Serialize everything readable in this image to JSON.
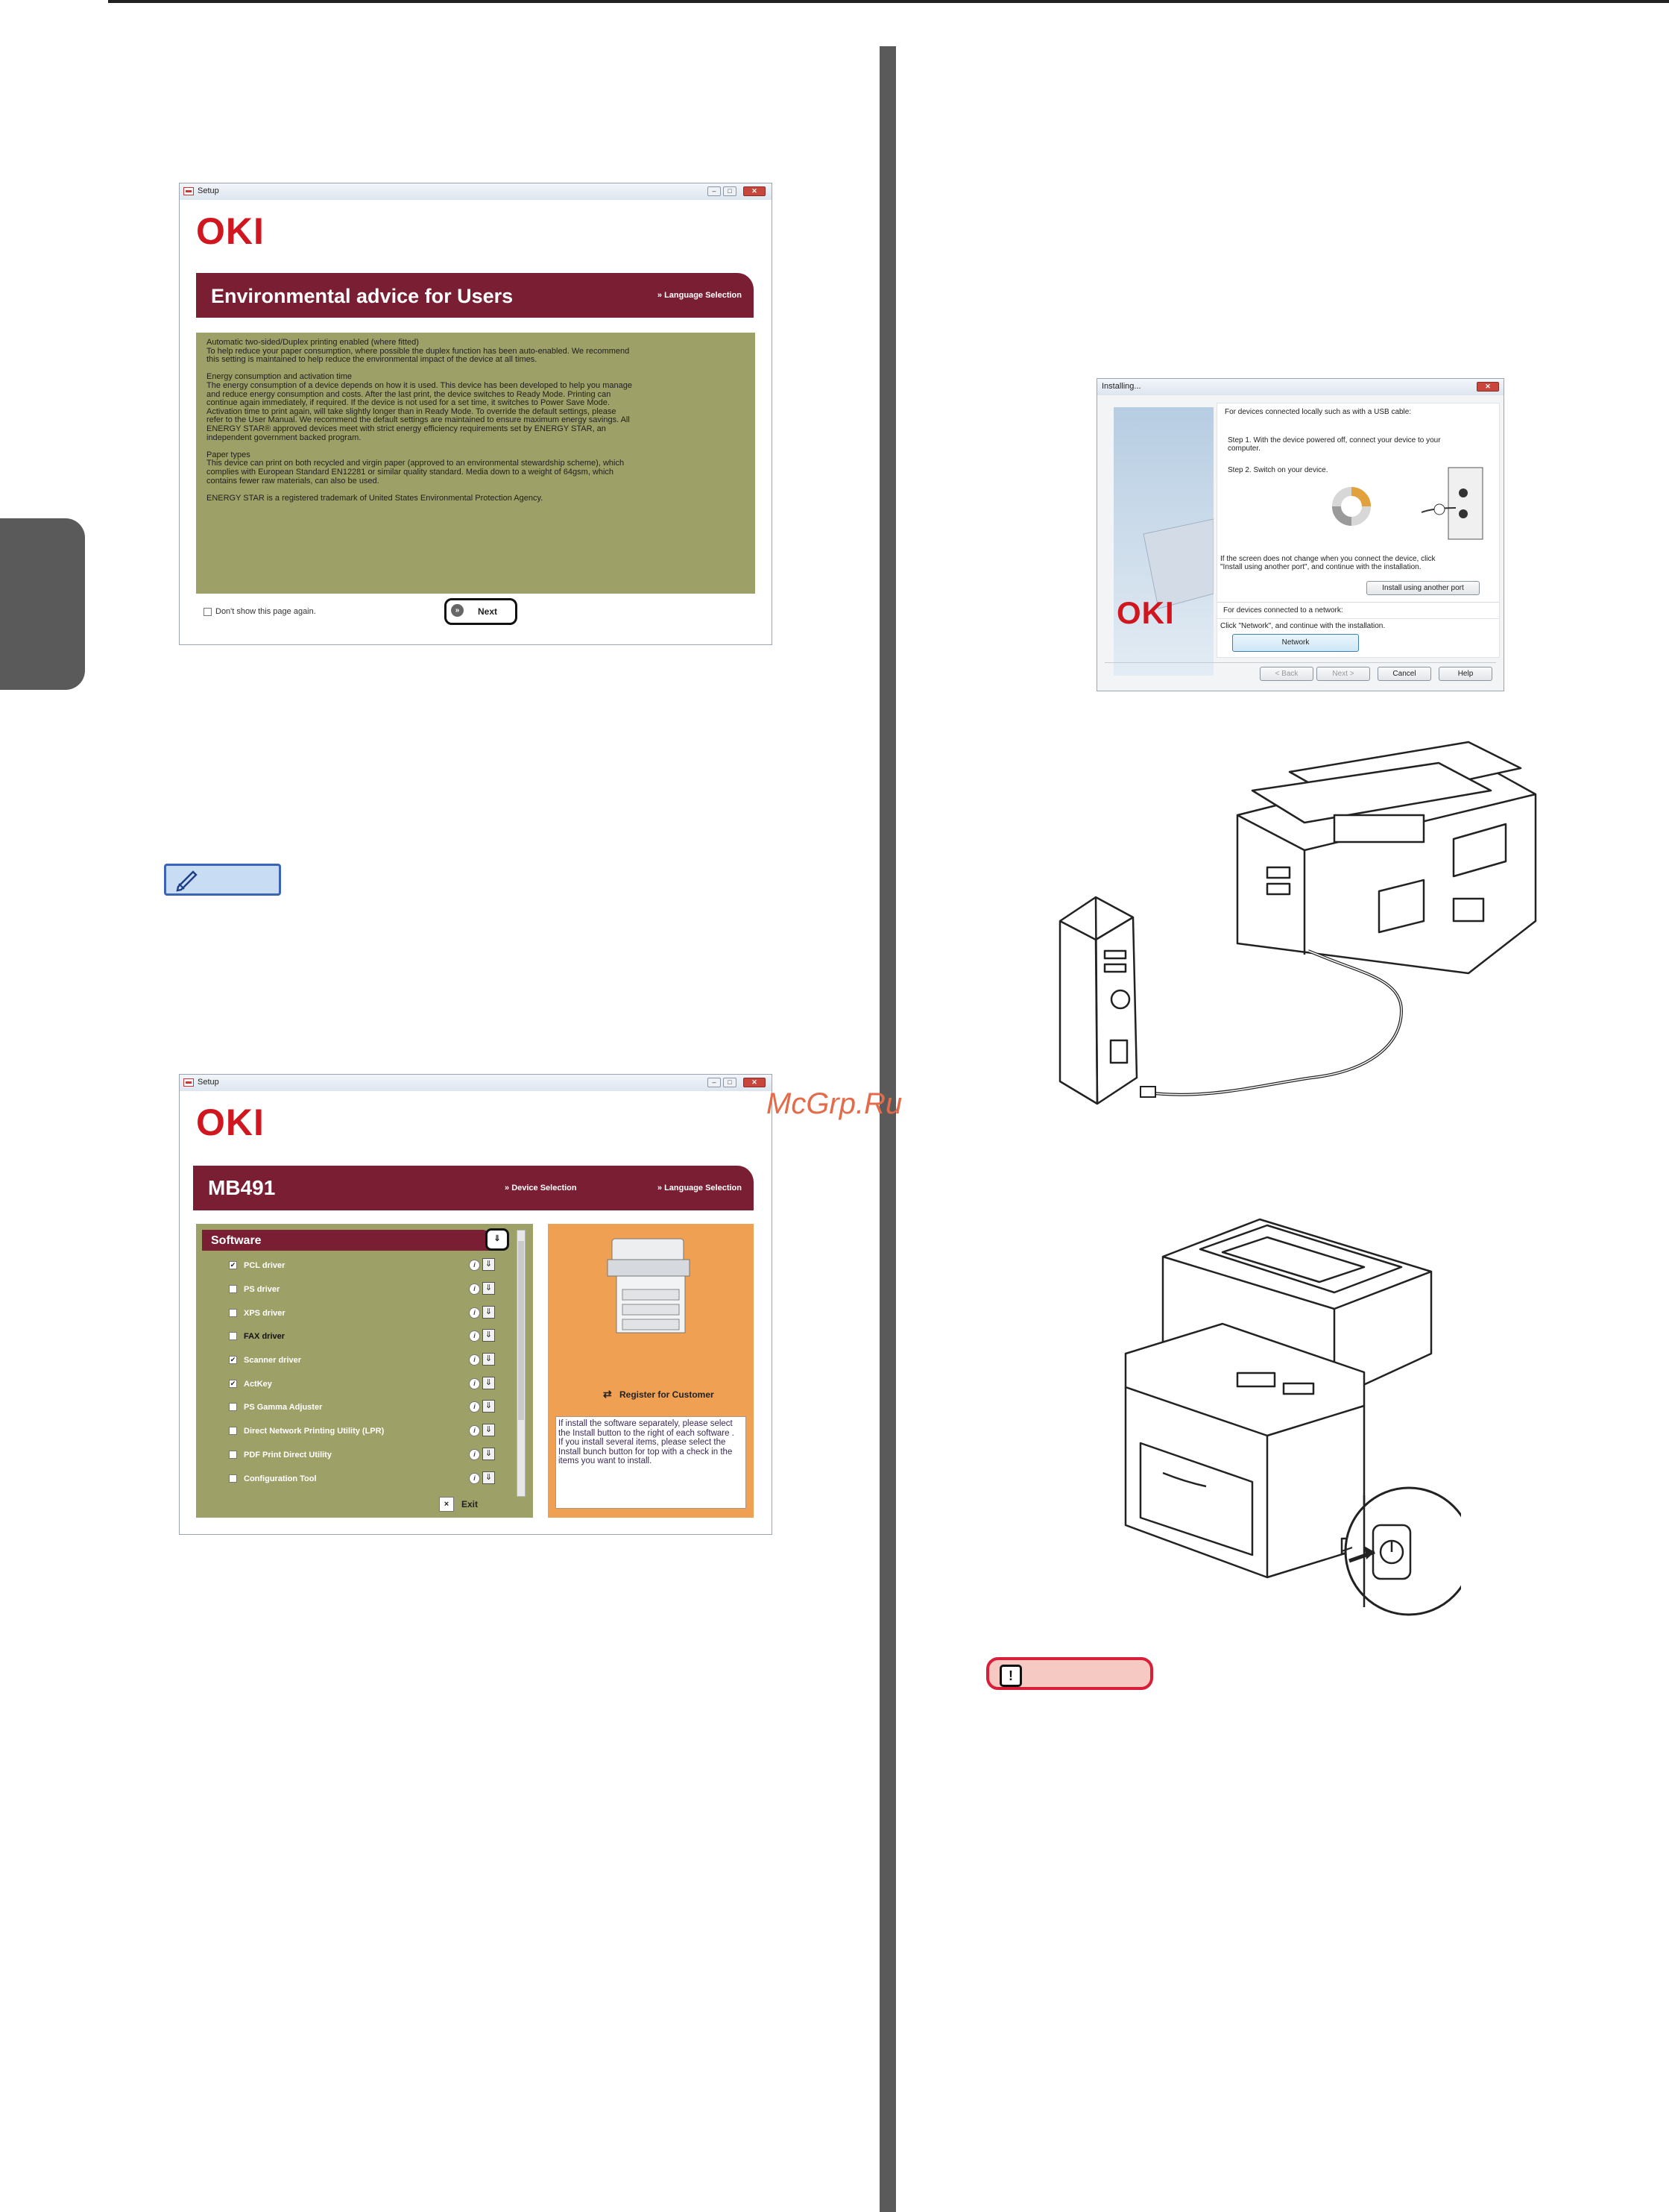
{
  "watermark": "McGrp.Ru",
  "win1": {
    "title": "Setup",
    "logo": "OKI",
    "banner_title": "Environmental advice for Users",
    "nav_language": "Language Selection",
    "paragraphs": [
      "Automatic two-sided/Duplex printing enabled (where fitted)\nTo help reduce your paper consumption, where possible the duplex function has been auto-enabled. We recommend\nthis setting is maintained to help reduce the environmental impact of the device at all times.",
      "Energy consumption and activation time\nThe energy consumption of a device depends on how it is used. This device has been developed to help you manage\nand reduce energy consumption and costs. After the last print, the device switches to Ready Mode. Printing can\ncontinue again immediately, if required. If the device is not used for a set time, it switches to Power Save Mode.\nActivation time to print again, will take slightly longer than in Ready Mode. To override the default settings, please\nrefer to the User Manual. We recommend the default settings are maintained to ensure maximum energy savings. All\nENERGY STAR® approved devices meet with strict energy efficiency requirements set by ENERGY STAR, an\nindependent government backed program.",
      "Paper types\nThis device can print on both recycled and virgin paper (approved to an environmental stewardship scheme), which\ncomplies with European Standard EN12281 or similar quality standard. Media down to a weight of 64gsm, which\ncontains fewer raw materials, can also be used.",
      "ENERGY STAR is a registered trademark of United States Environmental Protection Agency."
    ],
    "dont_show": "Don't show this page again.",
    "next": "Next"
  },
  "win2": {
    "title": "Setup",
    "logo": "OKI",
    "banner_title": "MB491",
    "nav_device": "Device Selection",
    "nav_language": "Language Selection",
    "software_header": "Software",
    "items": [
      {
        "label": "PCL driver",
        "checked": "✔"
      },
      {
        "label": "PS driver",
        "checked": ""
      },
      {
        "label": "XPS driver",
        "checked": ""
      },
      {
        "label": "FAX driver",
        "checked": ""
      },
      {
        "label": "Scanner driver",
        "checked": "✔"
      },
      {
        "label": "ActKey",
        "checked": "✔"
      },
      {
        "label": "PS Gamma Adjuster",
        "checked": ""
      },
      {
        "label": "Direct Network Printing Utility (LPR)",
        "checked": ""
      },
      {
        "label": "PDF Print Direct Utility",
        "checked": ""
      },
      {
        "label": "Configuration Tool",
        "checked": ""
      }
    ],
    "exit": "Exit",
    "register": "Register for Customer",
    "note": "If install the software separately, please select the Install button to the right of each software .\nIf you install several items, please select the Install bunch button for top with a check in the items you want to install."
  },
  "win3": {
    "title": "Installing...",
    "logo": "OKI",
    "usb_heading": "For devices connected locally such as with a USB cable:",
    "step1": "Step 1. With the device powered off, connect your device to your\ncomputer.",
    "step2": "Step 2. Switch on your device.",
    "screen_note": "If the screen does not change when you connect the device, click\n\"Install using another port\", and continue with the installation.",
    "another_port": "Install using another port",
    "net_heading": "For devices connected to a network:",
    "net_text": "Click \"Network\", and continue with the installation.",
    "network": "Network",
    "back": "< Back",
    "next": "Next >",
    "cancel": "Cancel",
    "help": "Help"
  },
  "caution_icon": "!"
}
